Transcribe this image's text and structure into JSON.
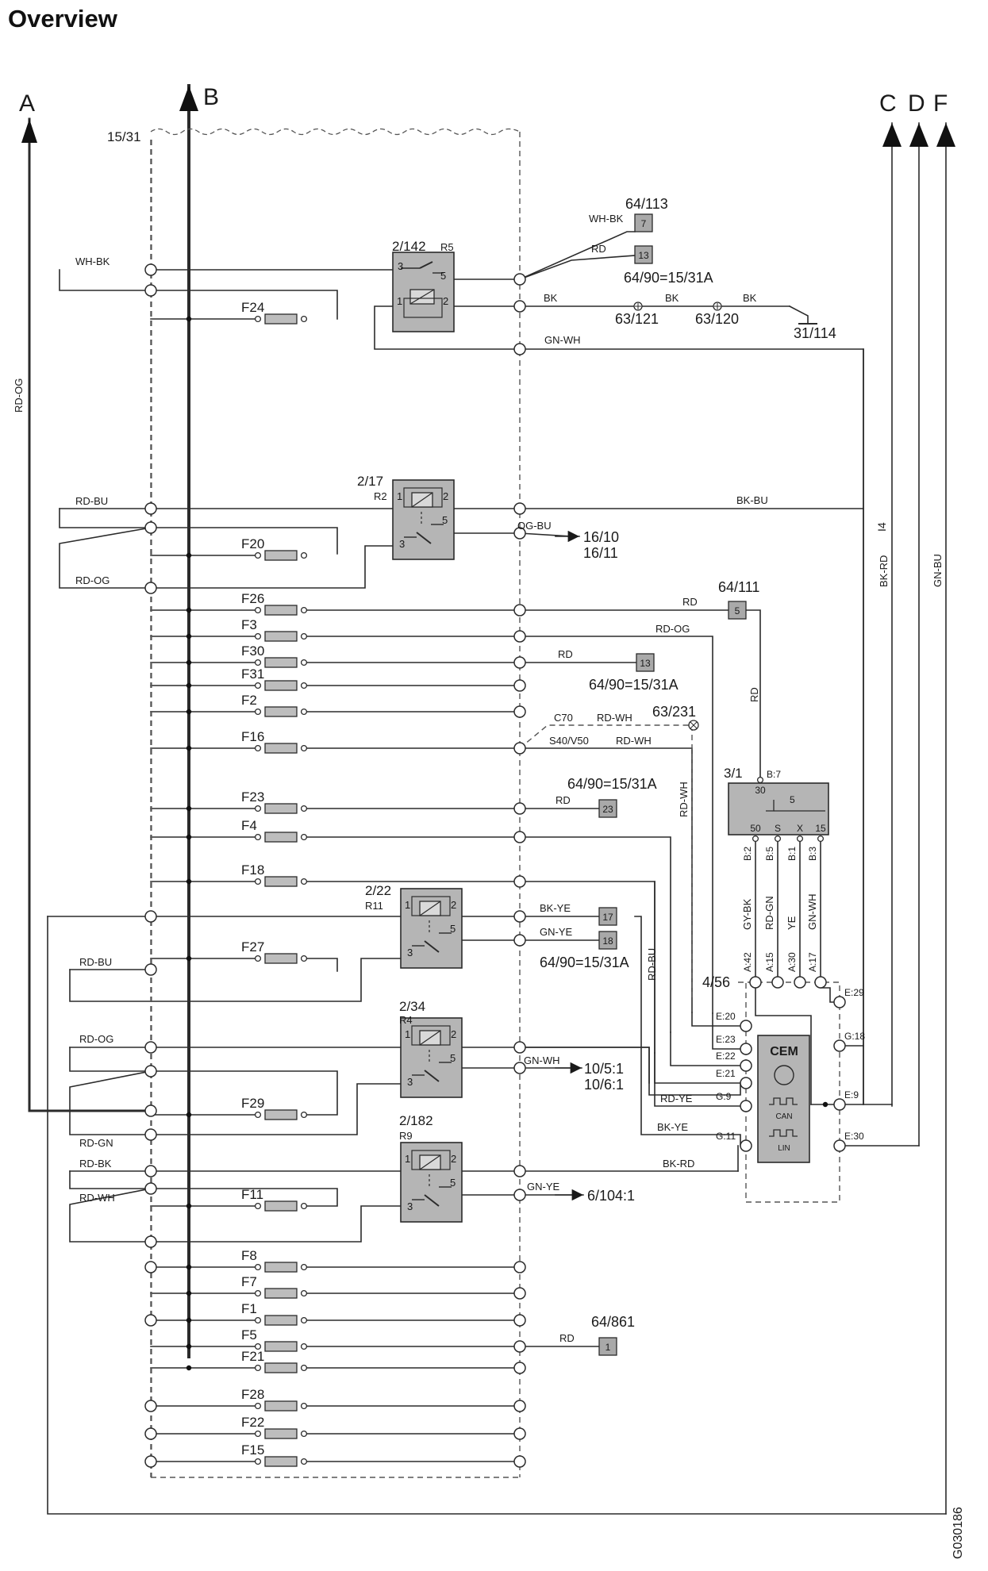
{
  "page": {
    "title": "Overview",
    "figure_code": "G030186"
  },
  "colors": {
    "wire": "#2b2b2b",
    "bus": "#111111",
    "box_fill": "#b5b5b5",
    "connector_fill": "#a9a9a9",
    "fuse_fill": "#bdbdbd",
    "dash": "#555555"
  },
  "arrows": {
    "A": "A",
    "B": "B",
    "C": "C",
    "D": "D",
    "F": "F"
  },
  "frame_label": "15/31",
  "fuses": [
    "F24",
    "F20",
    "F26",
    "F3",
    "F30",
    "F31",
    "F2",
    "F16",
    "F23",
    "F4",
    "F18",
    "F27",
    "F29",
    "F11",
    "F8",
    "F7",
    "F1",
    "F5",
    "F21",
    "F28",
    "F22",
    "F15"
  ],
  "relays": {
    "r142": {
      "id": "2/142",
      "name": "R5",
      "pins": [
        "3",
        "5",
        "1",
        "2"
      ]
    },
    "r17": {
      "id": "2/17",
      "name": "R2",
      "pins": [
        "1",
        "2",
        "5",
        "3"
      ]
    },
    "r22": {
      "id": "2/22",
      "name": "R11",
      "pins": [
        "1",
        "2",
        "5",
        "3"
      ]
    },
    "r34": {
      "id": "2/34",
      "name": "R4",
      "pins": [
        "1",
        "2",
        "5",
        "3"
      ]
    },
    "r182": {
      "id": "2/182",
      "name": "R9",
      "pins": [
        "1",
        "2",
        "5",
        "3"
      ]
    }
  },
  "wires": {
    "wh_bk": "WH-BK",
    "bk": "BK",
    "gn_wh": "GN-WH",
    "rd_og": "RD-OG",
    "rd_bu": "RD-BU",
    "bk_bu": "BK-BU",
    "og_bu": "OG-BU",
    "rd": "RD",
    "rd_wh": "RD-WH",
    "bk_ye": "BK-YE",
    "gn_ye": "GN-YE",
    "rd_gn": "RD-GN",
    "rd_bk": "RD-BK",
    "rd_ye": "RD-YE",
    "bk_rd": "BK-RD",
    "gy_bk": "GY-BK",
    "ye": "YE",
    "gn_bu": "GN-BU",
    "i4": "I4"
  },
  "refs": {
    "r64_113": "64/113",
    "r64_90": "64/90=15/31A",
    "r63_121": "63/121",
    "r63_120": "63/120",
    "r31_114": "31/114",
    "r16_10": "16/10",
    "r16_11": "16/11",
    "r64_111": "64/111",
    "r63_231": "63/231",
    "c70": "C70",
    "s40v50": "S40/V50",
    "r10_5_1": "10/5:1",
    "r10_6_1": "10/6:1",
    "r6_104_1": "6/104:1",
    "r64_861": "64/861"
  },
  "connectors": {
    "p7": "7",
    "p13a": "13",
    "p5": "5",
    "p13b": "13",
    "p23": "23",
    "p17": "17",
    "p18": "18",
    "p1": "1"
  },
  "starter": {
    "id": "3/1",
    "b7": "B:7",
    "t30": "30",
    "t5": "5",
    "t50": "50",
    "ts": "S",
    "tx": "X",
    "t15": "15",
    "b2": "B:2",
    "b5": "B:5",
    "b1": "B:1",
    "b3": "B:3"
  },
  "cem": {
    "id": "4/56",
    "name": "CEM",
    "can": "CAN",
    "lin": "LIN",
    "pins": {
      "a42": "A:42",
      "a15": "A:15",
      "a30": "A:30",
      "a17": "A:17",
      "e29": "E:29",
      "e20": "E:20",
      "e23": "E:23",
      "g18": "G:18",
      "e22": "E:22",
      "e21": "E:21",
      "e9": "E:9",
      "g9": "G:9",
      "e30": "E:30",
      "g11": "G:11"
    }
  }
}
